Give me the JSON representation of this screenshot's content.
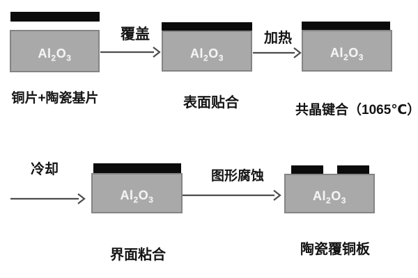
{
  "diagram": {
    "formula": {
      "el1": "Al",
      "sub1": "2",
      "el2": "O",
      "sub2": "3"
    },
    "stages": [
      {
        "label": "铜片+陶瓷基片"
      },
      {
        "label": "表面贴合"
      },
      {
        "label": "共晶键合（1065℃）"
      },
      {
        "label": "界面粘合"
      },
      {
        "label": "陶瓷覆铜板"
      }
    ],
    "arrows": [
      {
        "label": "覆盖"
      },
      {
        "label": "加热"
      },
      {
        "label": "冷却"
      },
      {
        "label": "图形腐蚀"
      }
    ],
    "colors": {
      "copper": "#0b0b0b",
      "ceramic": "#a9a9a9",
      "ceramic_border": "#848484",
      "arrow": "#4c4c4c",
      "label_text": "#141414",
      "formula_text": "#f4f4f4"
    }
  }
}
